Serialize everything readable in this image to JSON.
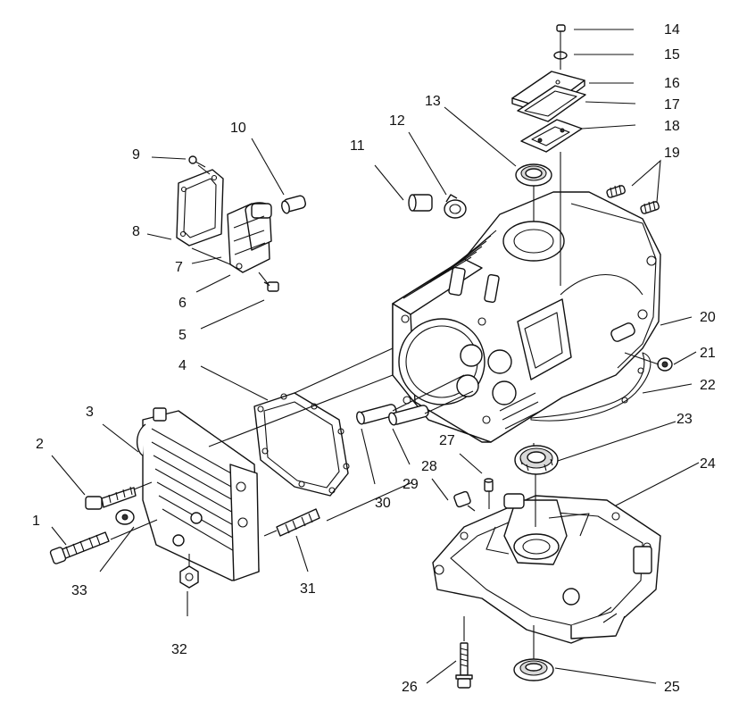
{
  "diagram": {
    "callouts": [
      {
        "id": "1",
        "text": "1"
      },
      {
        "id": "2",
        "text": "2"
      },
      {
        "id": "3",
        "text": "3"
      },
      {
        "id": "4",
        "text": "4"
      },
      {
        "id": "5",
        "text": "5"
      },
      {
        "id": "6",
        "text": "6"
      },
      {
        "id": "7",
        "text": "7"
      },
      {
        "id": "8",
        "text": "8"
      },
      {
        "id": "9",
        "text": "9"
      },
      {
        "id": "10",
        "text": "10"
      },
      {
        "id": "11",
        "text": "11"
      },
      {
        "id": "12",
        "text": "12"
      },
      {
        "id": "13",
        "text": "13"
      },
      {
        "id": "14",
        "text": "14"
      },
      {
        "id": "15",
        "text": "15"
      },
      {
        "id": "16",
        "text": "16"
      },
      {
        "id": "17",
        "text": "17"
      },
      {
        "id": "18",
        "text": "18"
      },
      {
        "id": "19",
        "text": "19"
      },
      {
        "id": "20",
        "text": "20"
      },
      {
        "id": "21",
        "text": "21"
      },
      {
        "id": "22",
        "text": "22"
      },
      {
        "id": "23",
        "text": "23"
      },
      {
        "id": "24",
        "text": "24"
      },
      {
        "id": "25",
        "text": "25"
      },
      {
        "id": "26",
        "text": "26"
      },
      {
        "id": "27",
        "text": "27"
      },
      {
        "id": "28",
        "text": "28"
      },
      {
        "id": "29",
        "text": "29"
      },
      {
        "id": "30",
        "text": "30"
      },
      {
        "id": "31",
        "text": "31"
      },
      {
        "id": "32",
        "text": "32"
      },
      {
        "id": "33",
        "text": "33"
      }
    ]
  }
}
